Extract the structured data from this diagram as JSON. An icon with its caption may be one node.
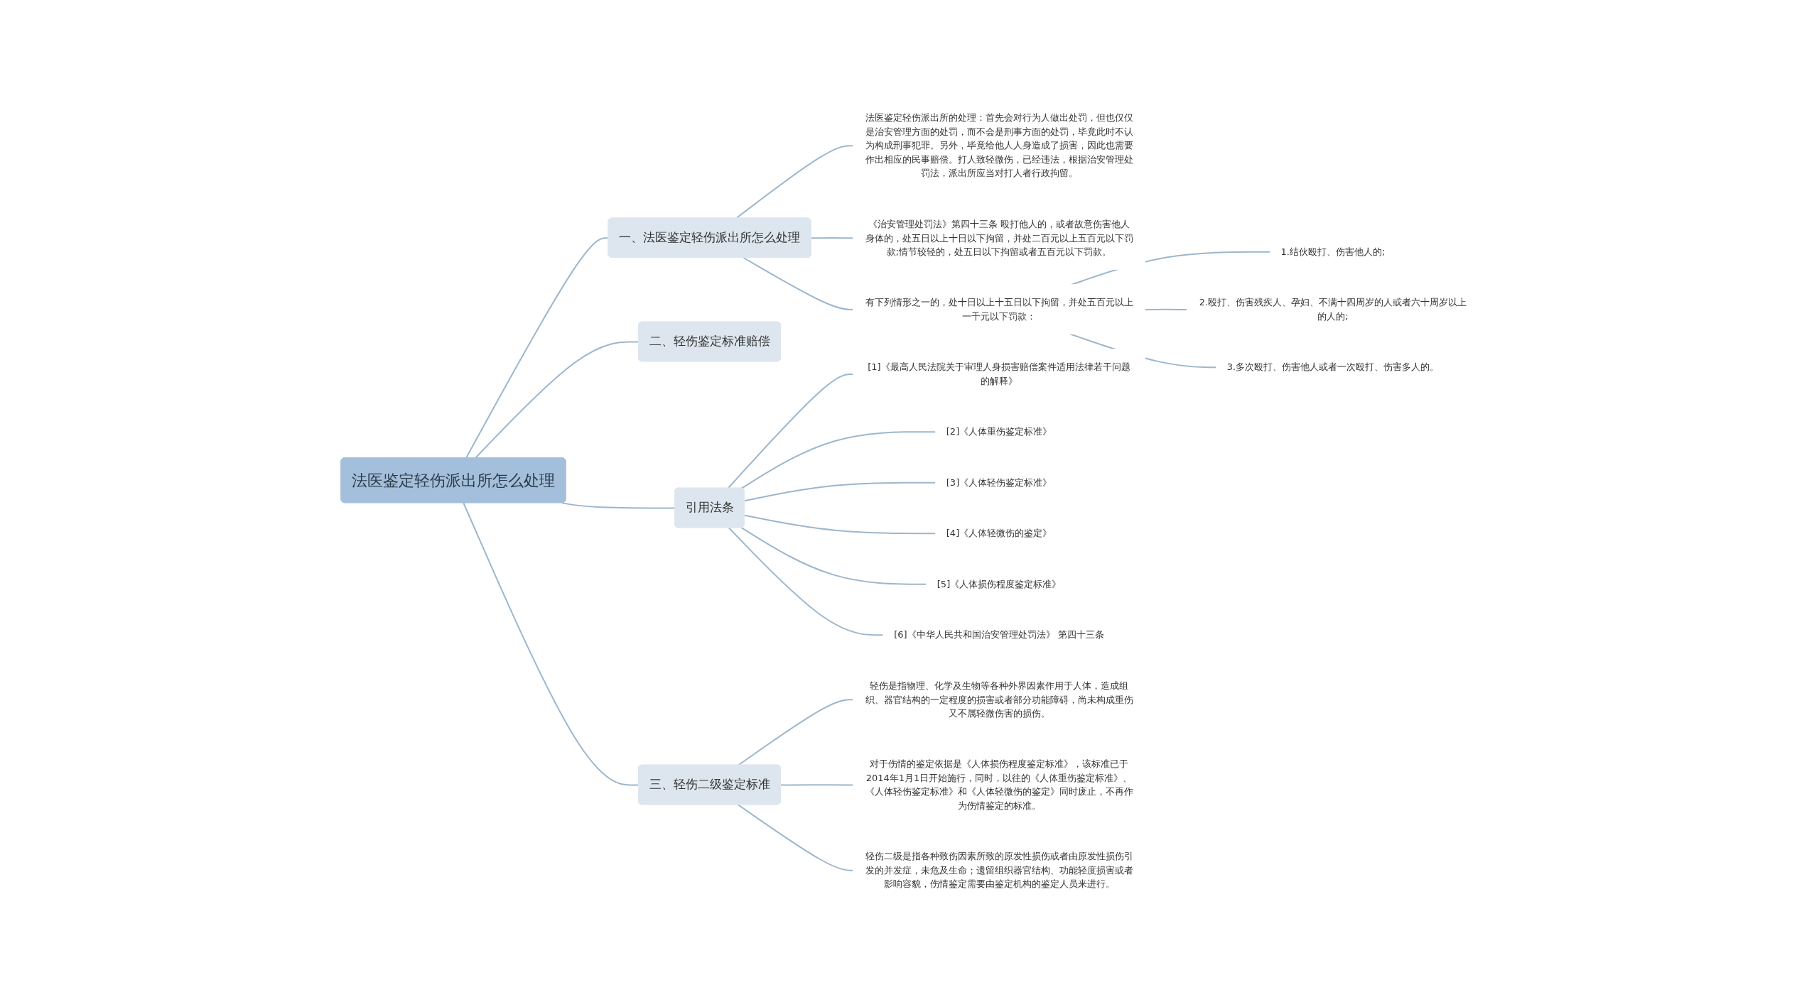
{
  "diagram": {
    "nodes": [
      {
        "text": [
          "法医鉴定轻伤派出所怎么处理"
        ]
      },
      {
        "text": [
          "一、法医鉴定轻伤派出所怎么处理"
        ]
      },
      {
        "text": [
          "法医鉴定轻伤派出所的处理：首先会对行为人做出处罚，但也仅仅是治安管理方面的处罚，而不会是刑事方面的处罚，毕竟此时不认为构成刑事犯罪。另外，毕竟给他人人身造成了损害，因此也需要作出相应的民事赔偿。打人致轻微伤，已经违法，根据治安管理处罚法，派出所应当对打人者行政拘留。"
        ]
      },
      {
        "text": [
          "《治安管理处罚法》第四十三条 殴打他人的，或者故意伤害他人身体的，处五日以上十日以下拘留，并处二百元以上五百元以下罚款;情节较轻的，处五日以下拘留或者五百元以下罚款。"
        ]
      },
      {
        "text": [
          "有下列情形之一的，处十日以上十五日以下拘留，并处五百元以上一千元以下罚款："
        ]
      },
      {
        "text": [
          "1.结伙殴打、伤害他人的;"
        ]
      },
      {
        "text": [
          "2.殴打、伤害残疾人、孕妇、不满十四周岁的人或者六十周岁以上的人的;"
        ]
      },
      {
        "text": [
          "3.多次殴打、伤害他人或者一次殴打、伤害多人的。"
        ]
      },
      {
        "text": [
          "二、轻伤鉴定标准赔偿"
        ]
      },
      {
        "text": [
          "引用法条"
        ]
      },
      {
        "text": [
          "[1]《最高人民法院关于审理人身损害赔偿案件适用法律若干问题的解释》"
        ]
      },
      {
        "text": [
          "[2]《人体重伤鉴定标准》"
        ]
      },
      {
        "text": [
          "[3]《人体轻伤鉴定标准》"
        ]
      },
      {
        "text": [
          "[4]《人体轻微伤的鉴定》"
        ]
      },
      {
        "text": [
          "[5]《人体损伤程度鉴定标准》"
        ]
      },
      {
        "text": [
          "[6]《中华人民共和国治安管理处罚法》 第四十三条"
        ]
      },
      {
        "text": [
          "三、轻伤二级鉴定标准"
        ]
      },
      {
        "text": [
          "轻伤是指物理、化学及生物等各种外界因素作用于人体，造成组织、器官结构的一定程度的损害或者部分功能障碍，尚未构成重伤又不属轻微伤害的损伤。"
        ]
      },
      {
        "text": [
          "对于伤情的鉴定依据是《人体损伤程度鉴定标准》，该标准已于2014年1月1日开始施行，同时，以往的《人体重伤鉴定标准》、《人体轻伤鉴定标准》和《人体轻微伤的鉴定》同时废止，不再作为伤情鉴定的标准。"
        ]
      },
      {
        "text": [
          "轻伤二级是指各种致伤因素所致的原发性损伤或者由原发性损伤引发的并发症，未危及生命；遗留组织器官结构、功能轻度损害或者影响容貌，伤情鉴定需要由鉴定机构的鉴定人员来进行。"
        ]
      }
    ],
    "edges": [
      {
        "from": 0,
        "to": 1,
        "arrow": "none"
      },
      {
        "from": 1,
        "to": 2,
        "arrow": "none"
      },
      {
        "from": 1,
        "to": 3,
        "arrow": "none"
      },
      {
        "from": 1,
        "to": 4,
        "arrow": "none"
      },
      {
        "from": 4,
        "to": 5,
        "arrow": "none"
      },
      {
        "from": 4,
        "to": 6,
        "arrow": "none"
      },
      {
        "from": 4,
        "to": 7,
        "arrow": "none"
      },
      {
        "from": 0,
        "to": 8,
        "arrow": "none"
      },
      {
        "from": 0,
        "to": 9,
        "arrow": "none"
      },
      {
        "from": 9,
        "to": 10,
        "arrow": "none"
      },
      {
        "from": 9,
        "to": 11,
        "arrow": "none"
      },
      {
        "from": 9,
        "to": 12,
        "arrow": "none"
      },
      {
        "from": 9,
        "to": 13,
        "arrow": "none"
      },
      {
        "from": 9,
        "to": 14,
        "arrow": "none"
      },
      {
        "from": 9,
        "to": 15,
        "arrow": "none"
      },
      {
        "from": 0,
        "to": 16,
        "arrow": "none"
      },
      {
        "from": 16,
        "to": 17,
        "arrow": "none"
      },
      {
        "from": 16,
        "to": 18,
        "arrow": "none"
      },
      {
        "from": 16,
        "to": 19,
        "arrow": "none"
      }
    ]
  }
}
